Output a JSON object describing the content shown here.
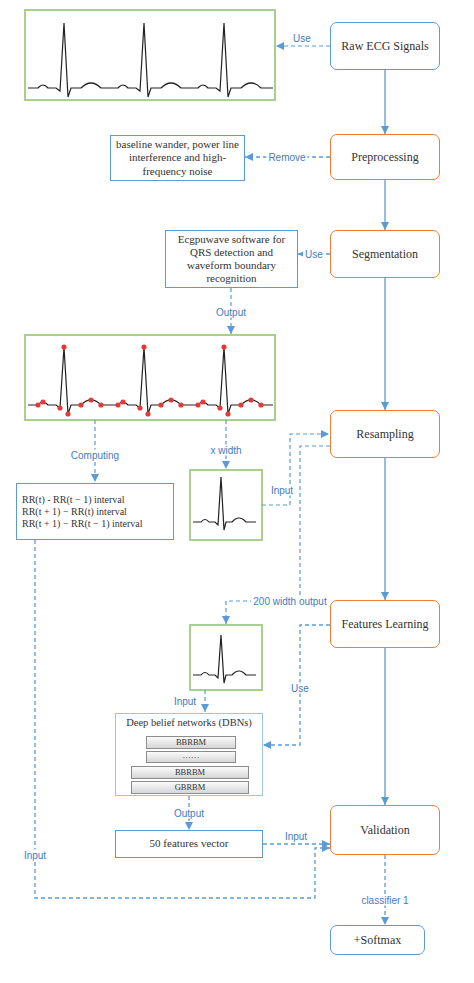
{
  "diagram": {
    "nodes": [
      {
        "text": [
          "Raw ECG Signals"
        ]
      },
      {
        "text": [
          "baseline wander, power line interference and high-frequency noise"
        ]
      },
      {
        "text": [
          "Preprocessing"
        ]
      },
      {
        "text": [
          "Ecgpuwave software for QRS detection and waveform boundary recognition"
        ]
      },
      {
        "text": [
          "Segmentation"
        ]
      },
      {
        "text": [
          "Resampling"
        ]
      },
      {
        "text": [
          "RR(t) - RR(t − 1) interval",
          "RR(t + 1) − RR(t) interval",
          "RR(t + 1) − RR(t − 1) interval"
        ]
      },
      {
        "text": [
          "Features Learning"
        ]
      },
      {
        "text": [
          "Deep belief networks (DBNs)"
        ]
      },
      {
        "text": [
          "BBRBM"
        ],
        "in": 8
      },
      {
        "text": [
          "······"
        ],
        "in": 8
      },
      {
        "text": [
          "BBRBM"
        ],
        "in": 8
      },
      {
        "text": [
          "GBRBM"
        ],
        "in": 8
      },
      {
        "text": [
          "50 features vector"
        ]
      },
      {
        "text": [
          "Validation"
        ]
      },
      {
        "text": [
          "+Softmax"
        ]
      }
    ],
    "edges": [
      {
        "from": 0,
        "to": 2,
        "arrow": "to"
      },
      {
        "from": 2,
        "to": 1,
        "label": "Remove",
        "arrow": "to"
      },
      {
        "from": 2,
        "to": 4,
        "arrow": "to"
      },
      {
        "from": 4,
        "to": 3,
        "label": "Use",
        "arrow": "to"
      },
      {
        "from": 4,
        "to": 5,
        "arrow": "to"
      },
      {
        "from": 5,
        "to": 7,
        "arrow": "to"
      },
      {
        "from": 7,
        "to": 8,
        "label": "Use",
        "arrow": "to"
      },
      {
        "from": 7,
        "to": 14,
        "arrow": "to"
      },
      {
        "from": 8,
        "to": 13,
        "label": "Output",
        "arrow": "to"
      },
      {
        "from": 13,
        "to": 14,
        "label": "Input",
        "arrow": "to"
      },
      {
        "from": 6,
        "to": 14,
        "label": "Input",
        "arrow": "to"
      },
      {
        "from": 14,
        "to": 15,
        "label": "classifier 1",
        "arrow": "to"
      }
    ],
    "labels": [
      "Use",
      "Output",
      "Computing",
      "x width",
      "Input",
      "200 width output",
      "Input"
    ]
  }
}
